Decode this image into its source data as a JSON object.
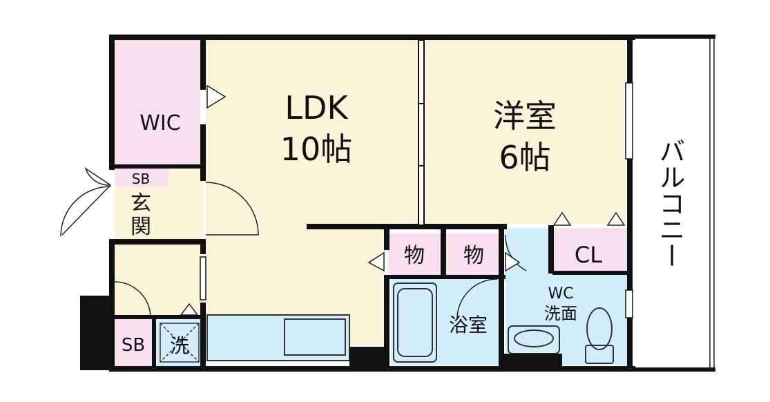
{
  "rooms": {
    "wic": "WIC",
    "ldk_name": "LDK",
    "ldk_size": "10帖",
    "western_name": "洋室",
    "western_size": "6帖",
    "entrance_sb": "SB",
    "entrance_1": "玄",
    "entrance_2": "関",
    "storage_1": "物",
    "storage_2": "物",
    "closet": "CL",
    "bath": "浴室",
    "wc": "WC",
    "washroom": "洗面",
    "sb_lower": "SB",
    "laundry": "洗",
    "balcony": "バルコニー"
  },
  "colors": {
    "ldk_floor": "#faf4d8",
    "pink_storage": "#f8e1ec",
    "wet_area": "#d2eefa",
    "wall": "#111111"
  }
}
